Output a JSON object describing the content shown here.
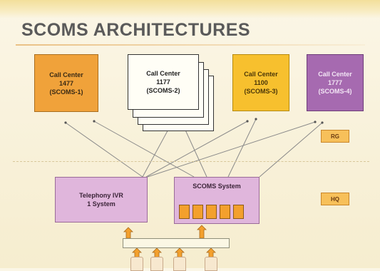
{
  "title": "SCOMS ARCHITECTURES",
  "call_centers": [
    {
      "name": "Call Center",
      "number": "1477",
      "code": "(SCOMS-1)",
      "color": "#f0a23a"
    },
    {
      "name": "Call Center",
      "number": "1177",
      "code": "(SCOMS-2)",
      "color": "#fffef6"
    },
    {
      "name": "Call Center",
      "number": "1100",
      "code": "(SCOMS-3)",
      "color": "#f7c02e"
    },
    {
      "name": "Call Center",
      "number": "1777",
      "code": "(SCOMS-4)",
      "color": "#a66ab0"
    }
  ],
  "tags": {
    "rg": "RG",
    "hq": "HQ"
  },
  "ivr": {
    "line1": "Telephony IVR",
    "line2": "1 System"
  },
  "scoms_system": {
    "label": "SCOMS System"
  },
  "colors": {
    "background": "#f6edcf",
    "system_box": "#e0b6dc",
    "slot": "#f3a02d",
    "tag": "#f7c05a"
  }
}
